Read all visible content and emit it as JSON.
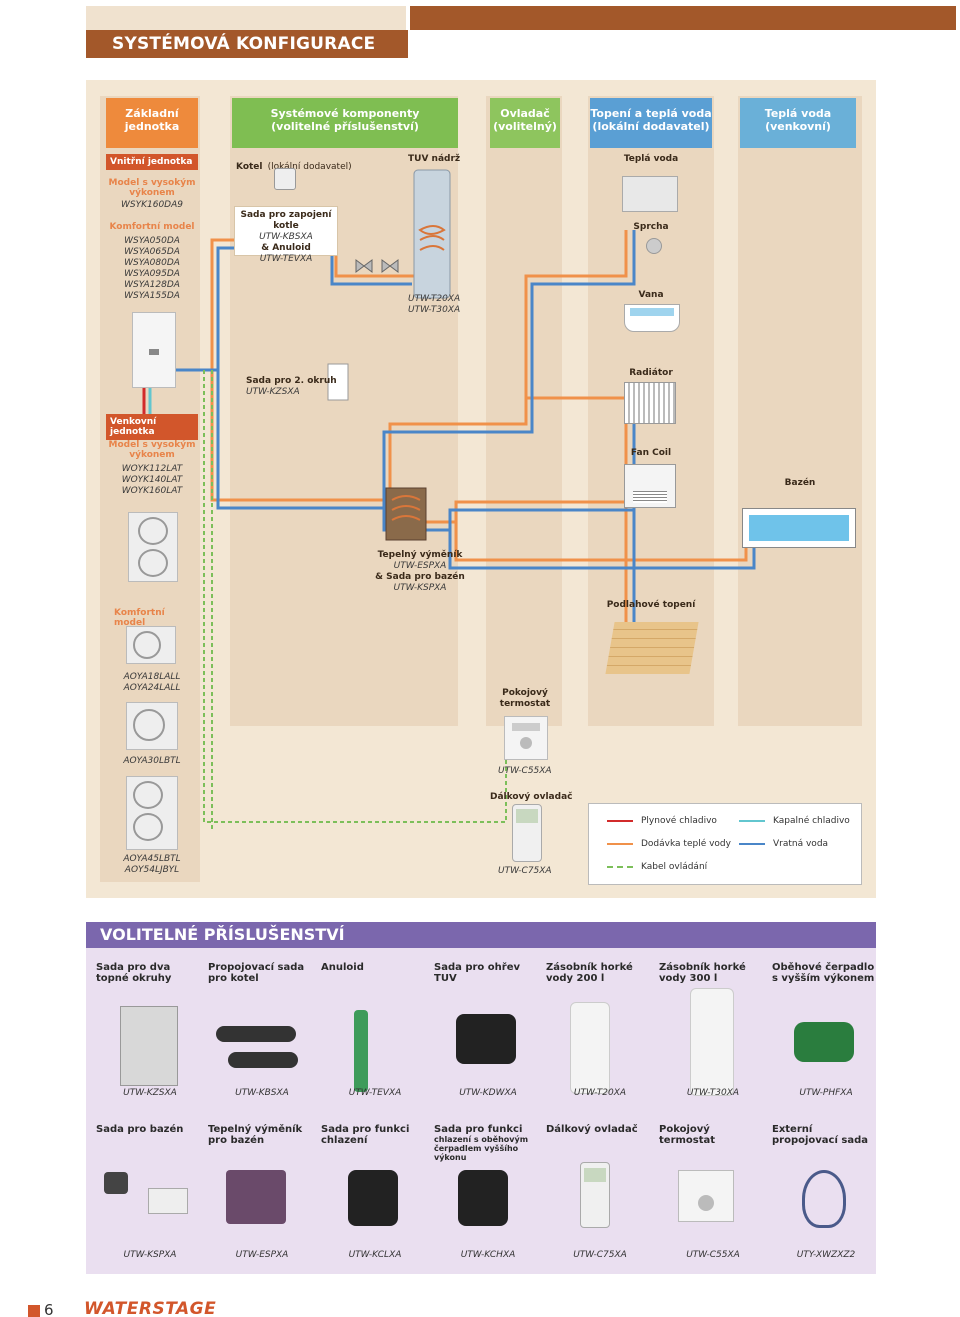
{
  "header": {
    "title": "SYSTÉMOVÁ KONFIGURACE"
  },
  "columns": {
    "base": "Základní\njednotka",
    "components": "Systémové komponenty\n(volitelné příslušenství)",
    "controller": "Ovladač\n(volitelný)",
    "heating": "Topení a teplá voda\n(lokální dodavatel)",
    "hot_water": "Teplá voda\n(venkovní)"
  },
  "indoor": {
    "label": "Vnitřní jednotka",
    "high_power_title": "Model s vysokým výkonem",
    "high_power_models": "WSYK160DA9",
    "comfort_title": "Komfortní model",
    "comfort_models": [
      "WSYA050DA",
      "WSYA065DA",
      "WSYA080DA",
      "WSYA095DA",
      "WSYA128DA",
      "WSYA155DA"
    ]
  },
  "outdoor": {
    "label": "Venkovní jednotka",
    "high_power_title": "Model s vysokým výkonem",
    "high_power_models": [
      "WOYK112LAT",
      "WOYK140LAT",
      "WOYK160LAT"
    ],
    "comfort_title": "Komfortní model",
    "comfort_models_a": [
      "AOYA18LALL",
      "AOYA24LALL"
    ],
    "comfort_models_b": "AOYA30LBTL",
    "comfort_models_c": [
      "AOYA45LBTL",
      "AOY54LJBYL"
    ]
  },
  "components": {
    "boiler_label": "Kotel",
    "boiler_supplier": "(lokální dodavatel)",
    "boiler_kit_title": "Sada pro zapojení kotle",
    "boiler_kit_code": "UTW-KBSXA",
    "boiler_kit_and": "& Anuloid",
    "boiler_kit_code2": "UTW-TEVXA",
    "tank_label": "TUV nádrž",
    "tank_codes": [
      "UTW-T20XA",
      "UTW-T30XA"
    ],
    "second_circuit_title": "Sada pro 2. okruh",
    "second_circuit_code": "UTW-KZSXA",
    "exchanger_title": "Tepelný výměník",
    "exchanger_code": "UTW-ESPXA",
    "pool_kit_title": "& Sada pro bazén",
    "pool_kit_code": "UTW-KSPXA"
  },
  "controller": {
    "room_thermostat": "Pokojový\ntermostat",
    "room_thermostat_code": "UTW-C55XA",
    "remote_title": "Dálkový ovladač",
    "remote_code": "UTW-C75XA"
  },
  "heating": {
    "hot_water": "Teplá voda",
    "shower": "Sprcha",
    "bath": "Vana",
    "radiator": "Radiátor",
    "fan_coil": "Fan Coil",
    "floor": "Podlahové topení"
  },
  "outside": {
    "pool": "Bazén"
  },
  "legend": {
    "gas": "Plynové chladivo",
    "liquid": "Kapalné chladivo",
    "supply": "Dodávka teplé vody",
    "return": "Vratná voda",
    "cable": "Kabel ovládání",
    "colors": {
      "gas": "#d22b2b",
      "liquid": "#62c6cf",
      "supply": "#f0914a",
      "return": "#4a86c8",
      "cable": "#7cbf5a"
    }
  },
  "accessories": {
    "title": "VOLITELNÉ PŘÍSLUŠENSTVÍ",
    "row1": [
      {
        "name": "Sada pro dva topné okruhy",
        "code": "UTW-KZSXA"
      },
      {
        "name": "Propojovací sada pro kotel",
        "code": "UTW-KBSXA"
      },
      {
        "name": "Anuloid",
        "code": "UTW-TEVXA"
      },
      {
        "name": "Sada pro ohřev TUV",
        "code": "UTW-KDWXA"
      },
      {
        "name": "Zásobník horké vody 200 l",
        "code": "UTW-T20XA"
      },
      {
        "name": "Zásobník horké vody 300 l",
        "code": "UTW-T30XA"
      },
      {
        "name": "Oběhové čerpadlo s vyšším výkonem",
        "code": "UTW-PHFXA"
      }
    ],
    "row2": [
      {
        "name": "Sada pro bazén",
        "code": "UTW-KSPXA"
      },
      {
        "name": "Tepelný výměník pro bazén",
        "code": "UTW-ESPXA"
      },
      {
        "name": "Sada pro funkci chlazení",
        "code": "UTW-KCLXA"
      },
      {
        "name": "Sada pro funkci",
        "subname": "chlazení s oběhovým čerpadlem vyššího výkonu",
        "code": "UTW-KCHXA"
      },
      {
        "name": "Dálkový ovladač",
        "code": "UTW-C75XA"
      },
      {
        "name": "Pokojový termostat",
        "code": "UTW-C55XA"
      },
      {
        "name": "Externí propojovací sada",
        "code": "UTY-XWZXZ2"
      }
    ]
  },
  "footer": {
    "page": "6",
    "brand": "WATERSTAGE"
  }
}
